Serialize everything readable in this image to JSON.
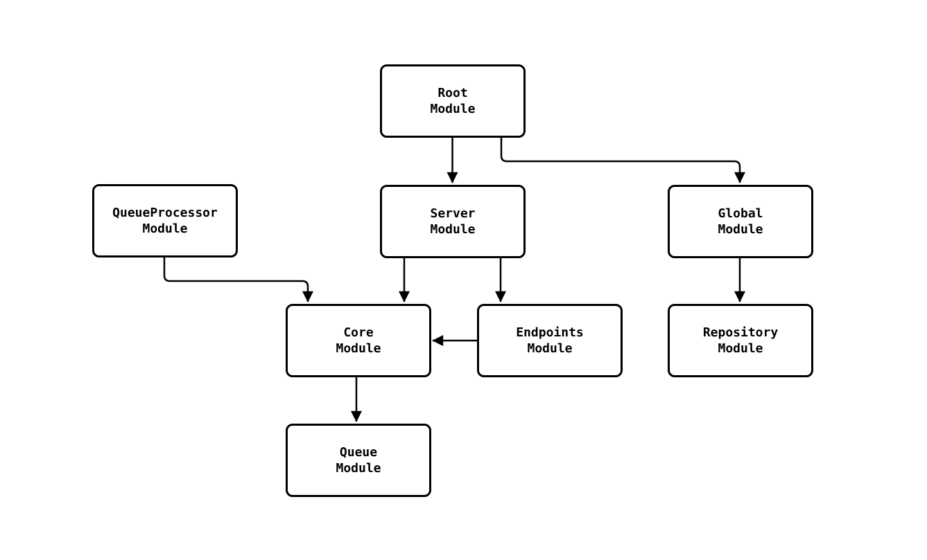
{
  "diagram": {
    "type": "module-dependency-graph",
    "colors": {
      "background": "#ffffff",
      "node_fill": "#ffffff",
      "node_border": "#000000",
      "edge_stroke": "#000000",
      "text": "#000000"
    },
    "nodes": [
      {
        "id": "root",
        "line1": "Root",
        "line2": "Module"
      },
      {
        "id": "queue_processor",
        "line1": "QueueProcessor",
        "line2": "Module"
      },
      {
        "id": "server",
        "line1": "Server",
        "line2": "Module"
      },
      {
        "id": "global",
        "line1": "Global",
        "line2": "Module"
      },
      {
        "id": "core",
        "line1": "Core",
        "line2": "Module"
      },
      {
        "id": "endpoints",
        "line1": "Endpoints",
        "line2": "Module"
      },
      {
        "id": "repository",
        "line1": "Repository",
        "line2": "Module"
      },
      {
        "id": "queue",
        "line1": "Queue",
        "line2": "Module"
      }
    ],
    "edges": [
      {
        "from": "root",
        "to": "server"
      },
      {
        "from": "root",
        "to": "global"
      },
      {
        "from": "queue_processor",
        "to": "core"
      },
      {
        "from": "server",
        "to": "core"
      },
      {
        "from": "server",
        "to": "endpoints"
      },
      {
        "from": "global",
        "to": "repository"
      },
      {
        "from": "endpoints",
        "to": "core"
      },
      {
        "from": "core",
        "to": "queue"
      }
    ]
  }
}
